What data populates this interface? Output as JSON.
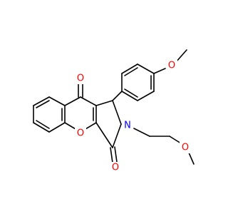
{
  "molecule": {
    "colors": {
      "bond": "#000000",
      "oxygen": "#ff0000",
      "nitrogen": "#0000ff",
      "background": "#ffffff"
    },
    "atoms": {
      "o_ketone": "O",
      "o_lactam": "O",
      "o_ring": "O",
      "n_pyrrole": "N",
      "o_ethoxy": "O",
      "o_methoxy": "O"
    }
  }
}
